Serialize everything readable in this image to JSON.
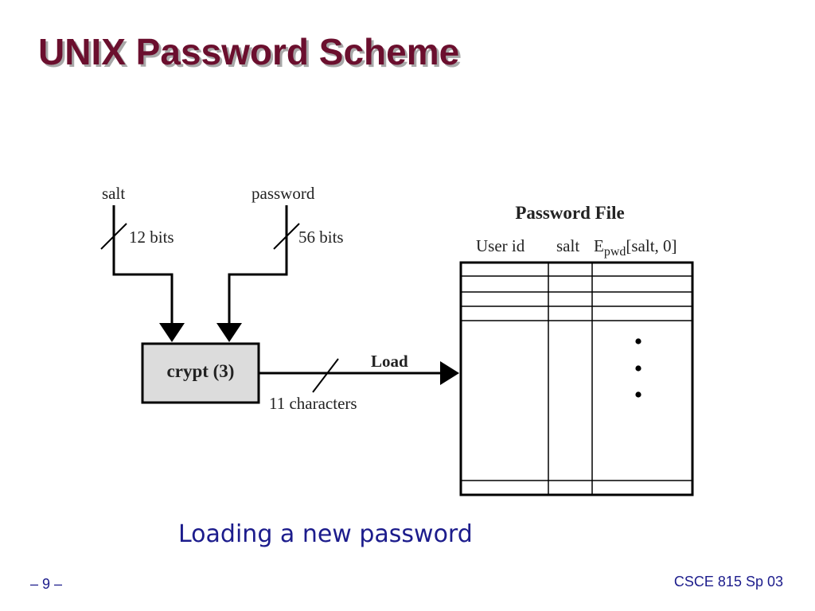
{
  "slide": {
    "title": "UNIX Password Scheme",
    "caption": "Loading a new password",
    "page_number": "– 9 –",
    "course": "CSCE 815 Sp 03"
  },
  "diagram": {
    "salt_label": "salt",
    "salt_bits": "12 bits",
    "password_label": "password",
    "password_bits": "56 bits",
    "crypt_label": "crypt (3)",
    "load_label": "Load",
    "output_label": "11 characters",
    "file_title": "Password File",
    "columns": {
      "user_id": "User id",
      "salt": "salt",
      "hash_main": "E",
      "hash_sub": "pwd",
      "hash_args": "[salt, 0]"
    },
    "ellipsis": "vertical-ellipsis-dots"
  },
  "colors": {
    "title": "#6b0f2e",
    "title_shadow": "#a8a8a8",
    "caption": "#1c1c8c",
    "crypt_box_fill": "#dcdcdc"
  }
}
